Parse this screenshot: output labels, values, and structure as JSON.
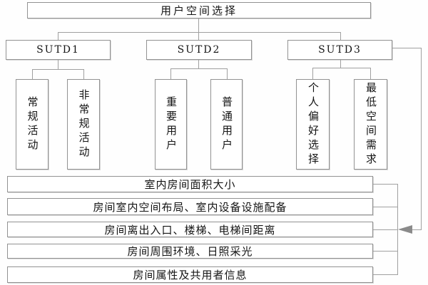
{
  "diagram": {
    "title": "用户空间选择",
    "groups": [
      {
        "label": "SUTD1",
        "children": [
          "常规活动",
          "非常规活动"
        ]
      },
      {
        "label": "SUTD2",
        "children": [
          "重要用户",
          "普通用户"
        ]
      },
      {
        "label": "SUTD3",
        "children": [
          "个人偏好选择",
          "最低空间需求"
        ]
      }
    ],
    "criteria": [
      "室内房间面积大小",
      "房间室内空间布局、室内设备设施配备",
      "房间离出入口、楼梯、电梯间距离",
      "房间周围环境、日照采光",
      "房间属性及共用者信息"
    ],
    "colors": {
      "background": "#ffffff",
      "border": "#929292",
      "line": "#a0a0a0",
      "arrow": "#8a8a8a",
      "text": "#141414"
    }
  }
}
